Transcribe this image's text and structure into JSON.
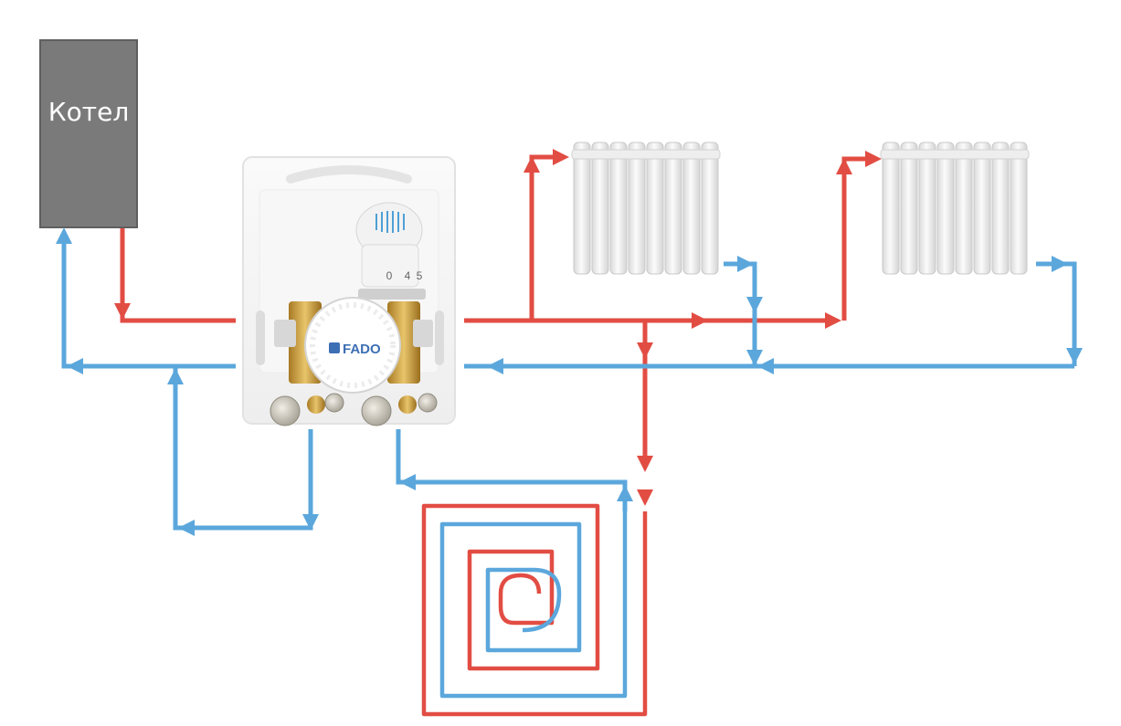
{
  "boiler": {
    "label": "Котел"
  },
  "mixing_unit": {
    "brand": "FADO",
    "dial_marks": [
      "0",
      "4",
      "5"
    ]
  },
  "colors": {
    "supply": "#e24d43",
    "return": "#5ba7dc",
    "boiler": "#7a7a7a",
    "radiator": "#efefef",
    "unit_body": "#f3f3f3"
  },
  "icons": {
    "boiler": "boiler-icon",
    "radiator": "radiator-icon",
    "mixing_unit": "mixing-unit-icon",
    "thermostat": "thermostat-head-icon",
    "pump": "circulation-pump-icon"
  }
}
